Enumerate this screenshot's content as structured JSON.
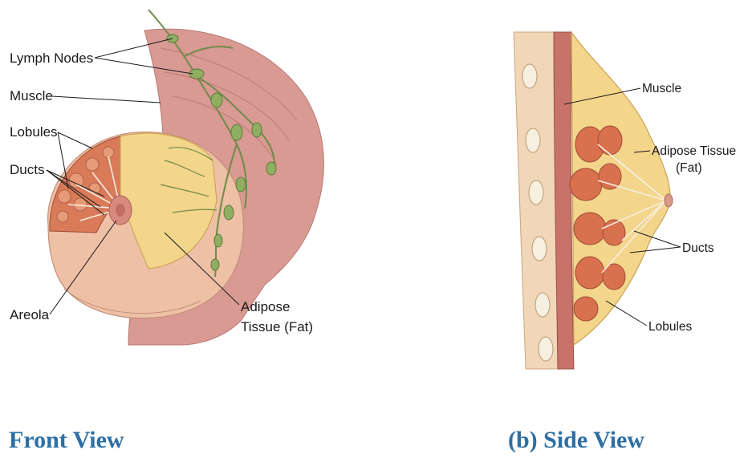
{
  "front_view": {
    "labels": {
      "lymph_nodes": "Lymph Nodes",
      "muscle": "Muscle",
      "lobules": "Lobules",
      "ducts": "Ducts",
      "areola": "Areola",
      "adipose_line1": "Adipose",
      "adipose_line2": "Tissue (Fat)"
    },
    "caption": "Front View"
  },
  "side_view": {
    "labels": {
      "muscle": "Muscle",
      "adipose_line1": "Adipose Tissue",
      "adipose_line2": "(Fat)",
      "ducts": "Ducts",
      "lobules": "Lobules"
    },
    "caption": "(b)  Side View"
  },
  "colors": {
    "caption": "#2e6fa3",
    "skin": "#e8b8a0",
    "muscle": "#c98a86",
    "fat": "#f3d58b",
    "lobule": "#d9704e",
    "lymph": "#7e9a58"
  }
}
